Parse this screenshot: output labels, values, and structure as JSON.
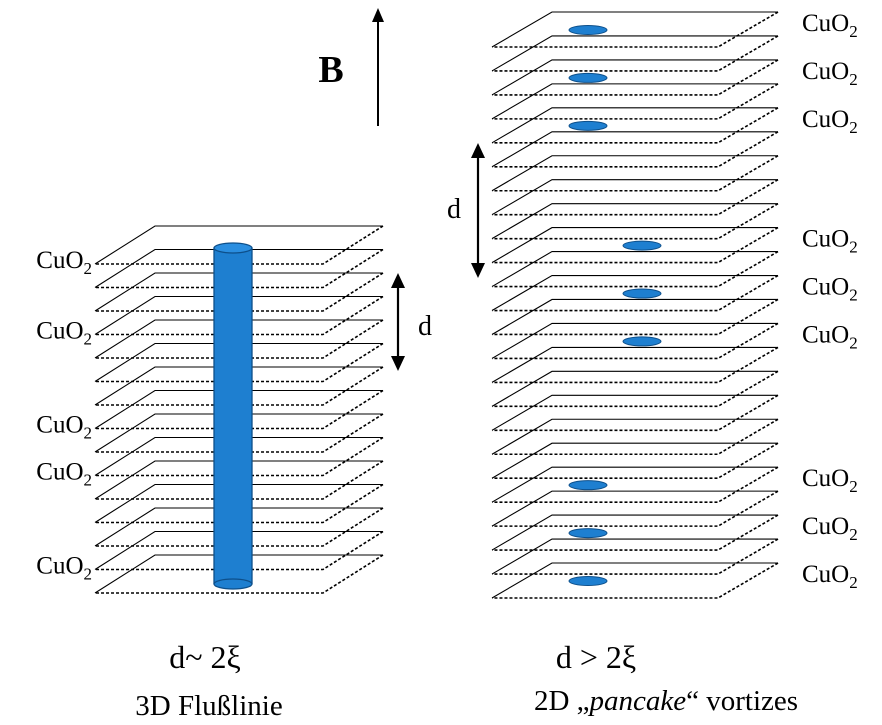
{
  "labels": {
    "field": "B",
    "layer_main": "CuO",
    "layer_sub": "2",
    "spacing": "d",
    "left_condition": "d~ 2ξ",
    "right_condition": "d > 2ξ",
    "left_caption": "3D Flußlinie",
    "right_caption_pre": "2D „",
    "right_caption_italic": "pancake",
    "right_caption_post": "“ vortizes"
  },
  "colors": {
    "vortex_fill": "#1e7fd0",
    "vortex_stroke": "#0d4f8a",
    "plane_line": "#000000",
    "background": "#ffffff"
  },
  "left_stack": {
    "planes": 15,
    "cuo2_plane_indices": [
      0,
      3,
      7,
      9,
      13
    ],
    "vortex": "continuous flux line through all planes"
  },
  "right_stack": {
    "planes": 24,
    "cuo2_plane_indices": [
      0,
      2,
      4,
      9,
      11,
      13,
      19,
      21,
      23
    ],
    "pancake_plane_indices": [
      0,
      2,
      4,
      9,
      11,
      13,
      19,
      21,
      23
    ]
  }
}
